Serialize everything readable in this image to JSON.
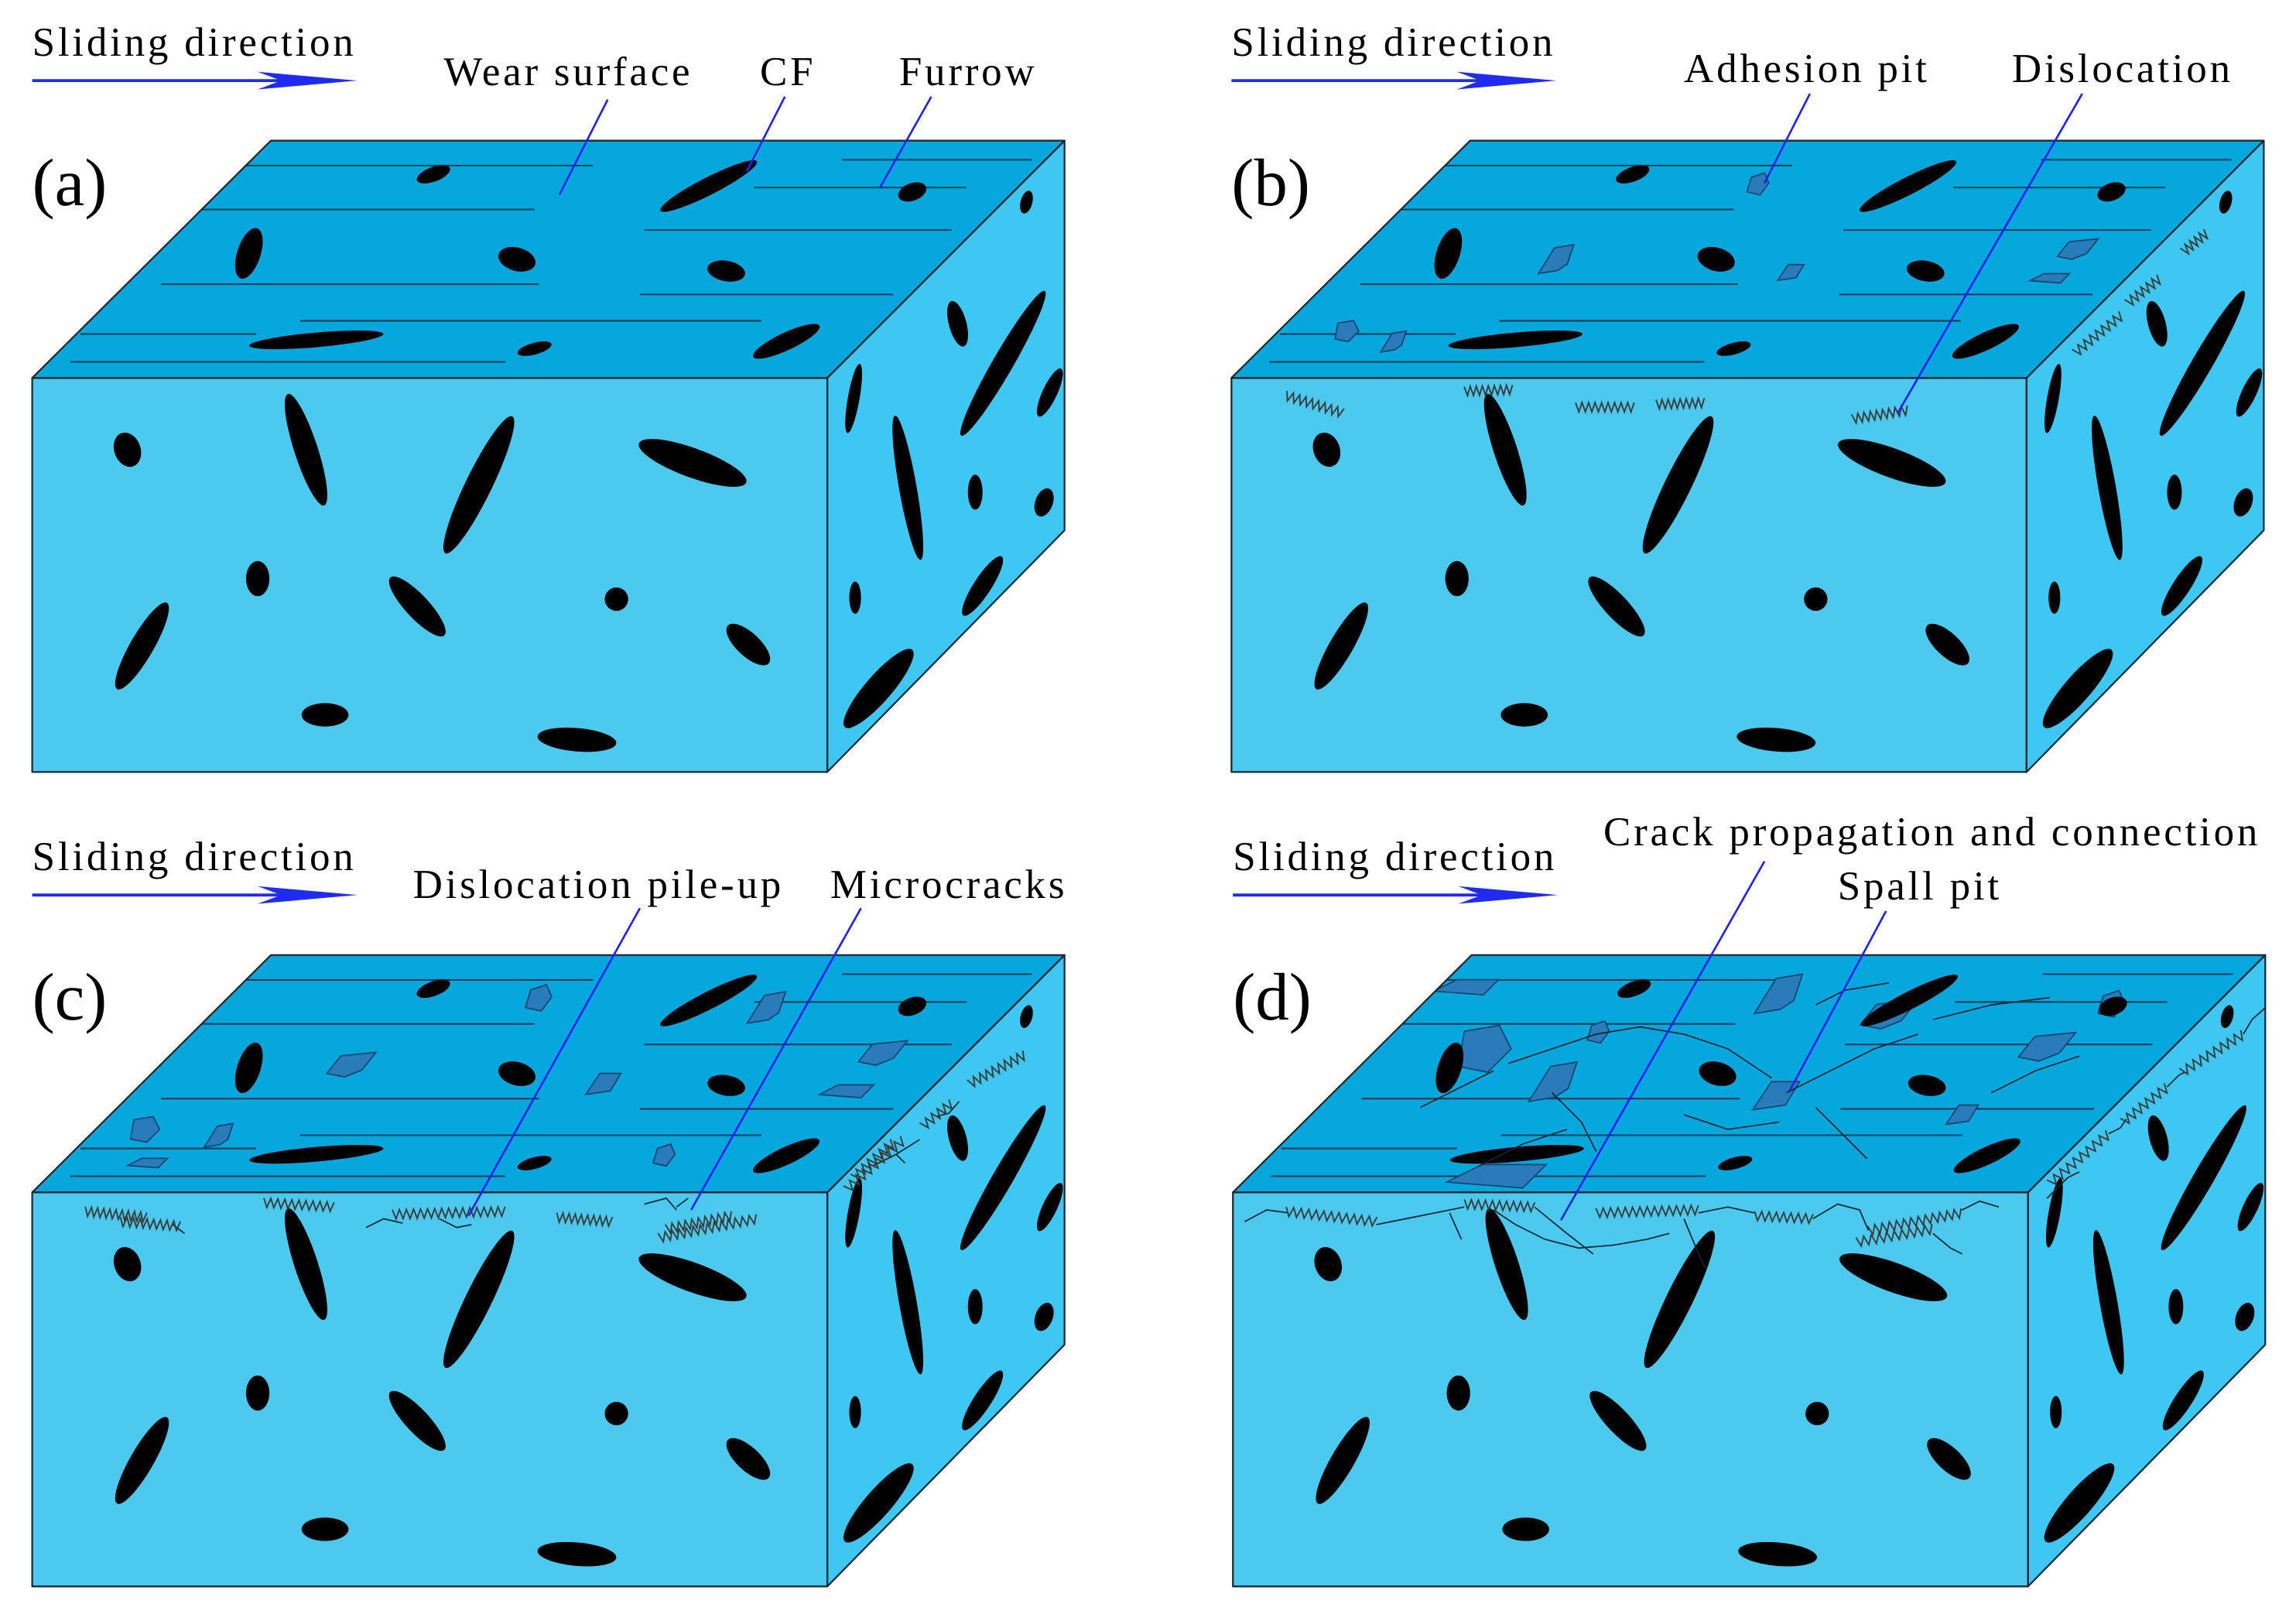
{
  "panels": [
    {
      "label": "(a)",
      "sliding": "Sliding direction",
      "annotations": {
        "wear_surface": "Wear surface",
        "cf": "CF",
        "furrow": "Furrow"
      }
    },
    {
      "label": "(b)",
      "sliding": "Sliding direction",
      "annotations": {
        "adhesion_pit": "Adhesion pit",
        "dislocation": "Dislocation"
      }
    },
    {
      "label": "(c)",
      "sliding": "Sliding direction",
      "annotations": {
        "dislocation_pile_up": "Dislocation pile-up",
        "microcracks": "Microcracks"
      }
    },
    {
      "label": "(d)",
      "sliding": "Sliding direction",
      "annotations": {
        "crack_propagation": "Crack propagation and connection",
        "spall_pit": "Spall pit"
      }
    }
  ],
  "colors": {
    "top_face": "#06a7dc",
    "front_face": "#4cc9ee",
    "right_face": "#3fc7f3",
    "edge": "#1b2b33",
    "fiber": "#000000",
    "furrow": "#0d3d55",
    "pit": "#2a7bb9",
    "pit_edge": "#10456d",
    "dislocation": "#3a3a3a",
    "crack": "#13232c",
    "leader_line": "#2323f0",
    "arrow": "#1f2cf0"
  }
}
